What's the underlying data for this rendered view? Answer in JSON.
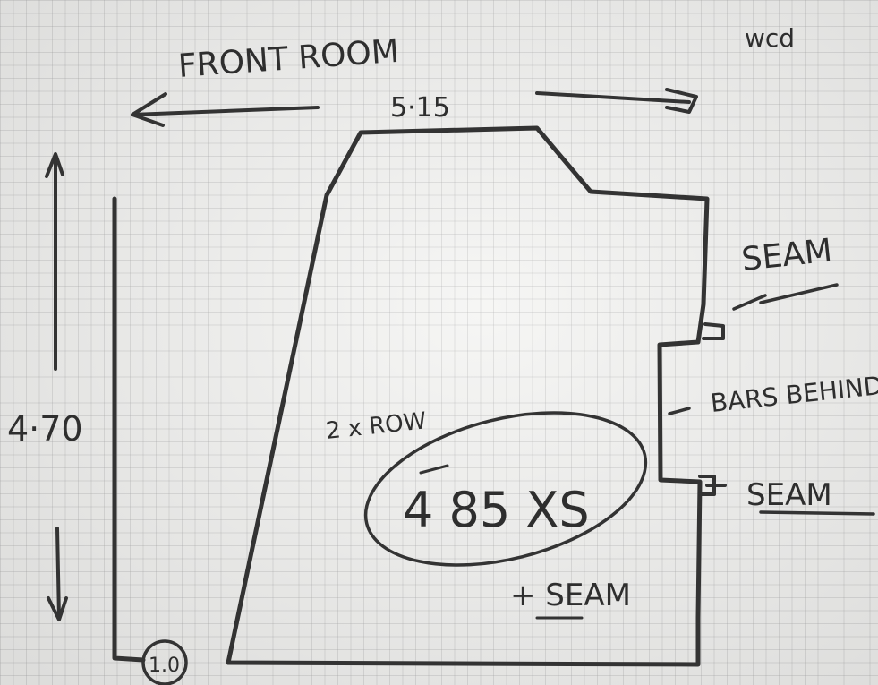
{
  "labels": {
    "front_room": "FRONT ROOM",
    "top_width": "5·15",
    "top_right_note": "wcd",
    "height": "4·70",
    "stem_top": "SEAM",
    "bar_note": "BARS BEHIND",
    "stem_right": "SEAM",
    "qty": "2 x ROW",
    "size_code": "4 85 XS",
    "plus_seam": "+ SEAM",
    "corner_number": "1.0"
  }
}
